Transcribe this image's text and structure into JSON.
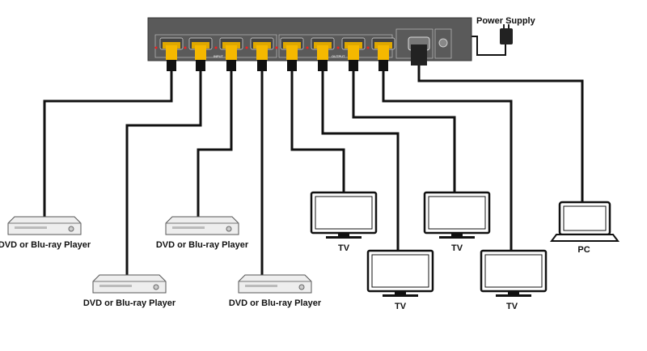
{
  "power_label": "Power Supply",
  "device": {
    "input_group": "INPUT",
    "output_group": "OUTPUT"
  },
  "sources": [
    {
      "label": "DVD or Blu-ray Player"
    },
    {
      "label": "DVD or Blu-ray Player"
    },
    {
      "label": "DVD or Blu-ray Player"
    },
    {
      "label": "DVD or Blu-ray Player"
    }
  ],
  "displays": [
    {
      "label": "TV"
    },
    {
      "label": "TV"
    },
    {
      "label": "TV"
    },
    {
      "label": "TV"
    }
  ],
  "pc": {
    "label": "PC"
  },
  "colors": {
    "device": "#555555",
    "connector": "#f5b800",
    "cable": "#111111"
  }
}
